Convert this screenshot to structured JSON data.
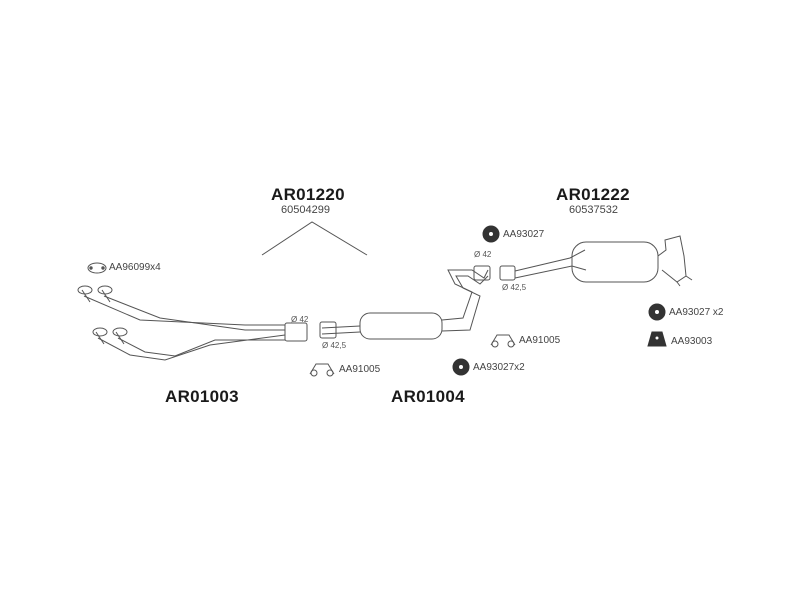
{
  "assemblies": {
    "ar01220": {
      "code": "AR01220",
      "oe": "60504299"
    },
    "ar01222": {
      "code": "AR01222",
      "oe": "60537532"
    },
    "ar01003": {
      "code": "AR01003"
    },
    "ar01004": {
      "code": "AR01004"
    }
  },
  "parts": {
    "gasket_x4": "AA96099x4",
    "clamp_1": "AA91005",
    "clamp_2": "AA91005",
    "hanger_mid": "AA93027x2",
    "hanger_top": "AA93027",
    "hanger_rear": "AA93027 x2",
    "mount_rear": "AA93003"
  },
  "dimensions": {
    "d_front_42": "Ø 42",
    "d_front_425": "Ø 42,5",
    "d_mid_42": "Ø 42",
    "d_rear_425": "Ø 42,5"
  },
  "colors": {
    "line": "#555555",
    "text": "#1a1a1a"
  }
}
